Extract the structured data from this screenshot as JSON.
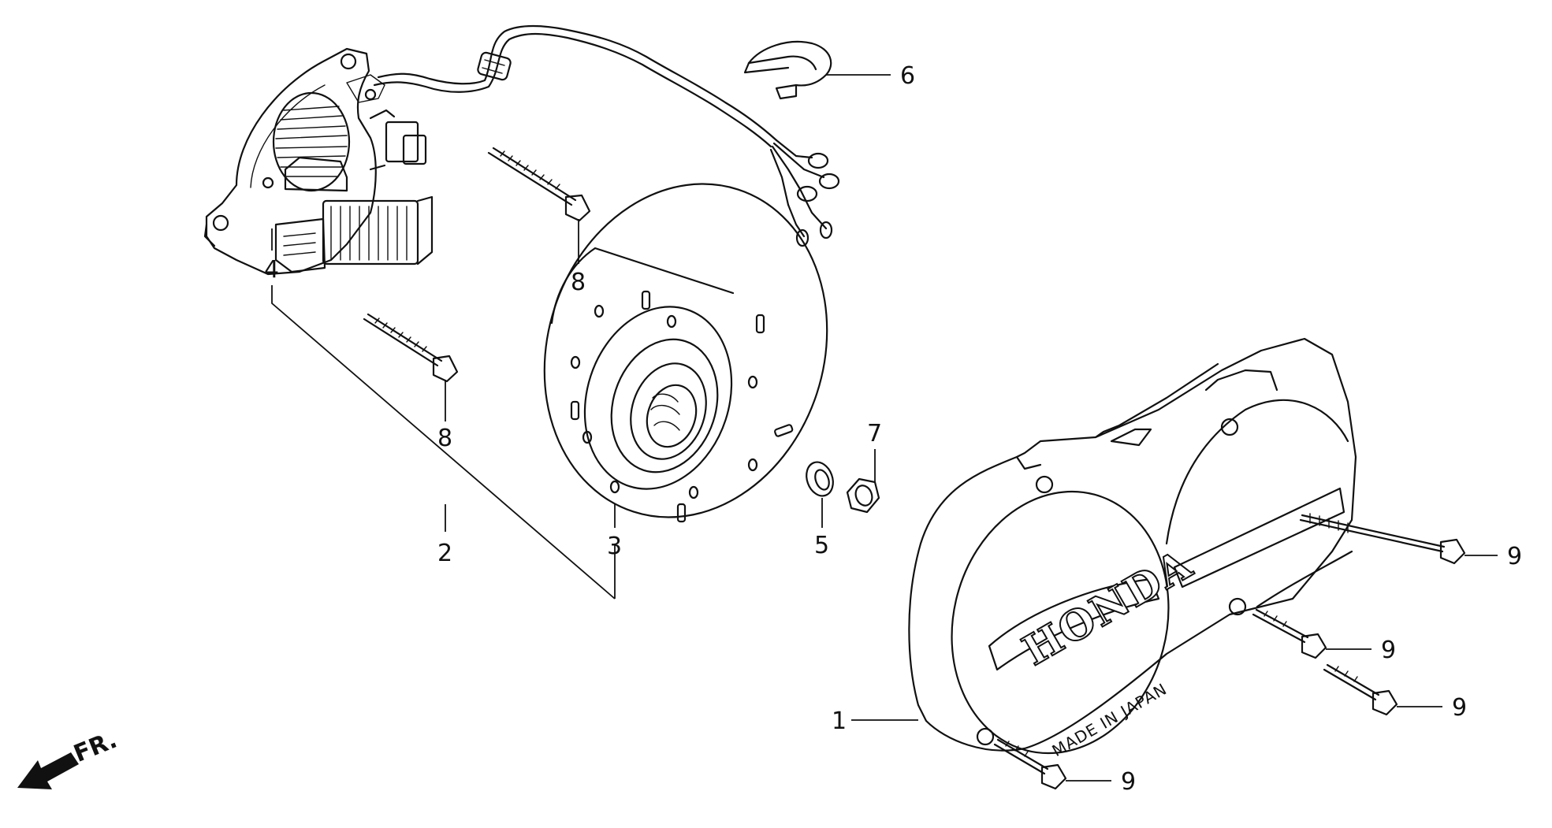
{
  "callouts": {
    "c1": "1",
    "c2": "2",
    "c3": "3",
    "c4": "4",
    "c5": "5",
    "c6": "6",
    "c7": "7",
    "c8a": "8",
    "c8b": "8",
    "c9a": "9",
    "c9b": "9",
    "c9c": "9",
    "c9d": "9"
  },
  "cover_markings": {
    "brand": "HONDA",
    "origin": "MADE IN JAPAN"
  },
  "direction": {
    "label": "FR."
  }
}
